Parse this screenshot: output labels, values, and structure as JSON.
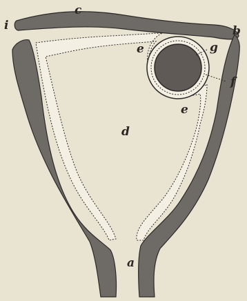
{
  "labels": {
    "a": "a",
    "b": "b",
    "c": "c",
    "d": "d",
    "e1": "e",
    "e2": "e",
    "f": "f",
    "g": "g",
    "i": "i"
  },
  "colors": {
    "background": "#e9e3d2",
    "wall": "#6e6b67",
    "wall_outline": "#2b2826",
    "lining": "#f3efe3",
    "mass": "#5f5a56",
    "ink": "#2a2622"
  }
}
